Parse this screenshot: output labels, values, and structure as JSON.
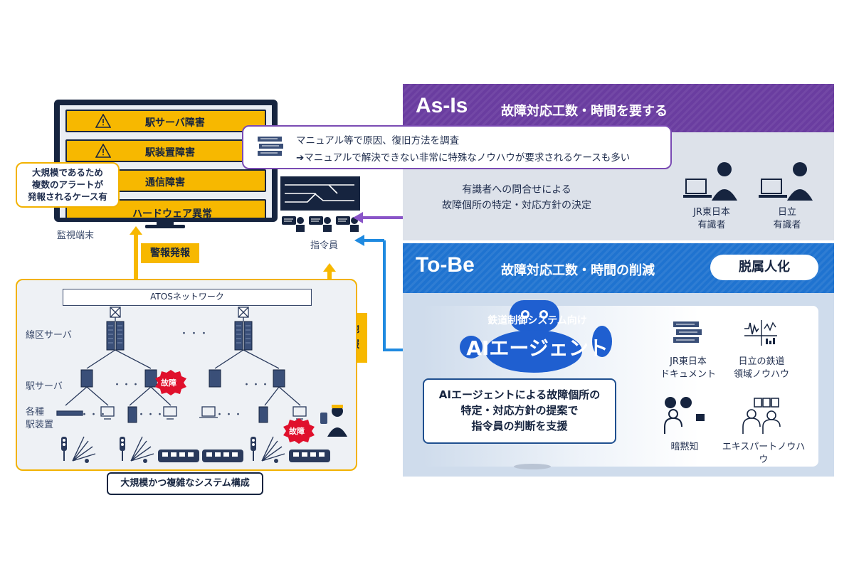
{
  "monitor": {
    "alerts": [
      "駅サーバ障害",
      "駅装置障害",
      "通信障害",
      "ハードウェア異常"
    ],
    "label": "監視端末"
  },
  "note_large_scale": [
    "大規模であるため",
    "複数のアラートが",
    "発報されるケース有"
  ],
  "alarm_tag": "警報発報",
  "dispatcher_label": "指令員",
  "field_info_tag": [
    "現地",
    "情報"
  ],
  "system": {
    "network_label": "ATOSネットワーク",
    "row_labels": [
      "線区サーバ",
      "駅サーバ",
      "各種",
      "駅装置"
    ],
    "ellipsis": "・・・",
    "fault_badge": "故障",
    "caption": "大規模かつ複雑なシステム構成"
  },
  "as_is": {
    "title": "As-Is",
    "subtitle": "故障対応工数・時間を要する",
    "manual_line1": "マニュアル等で原因、復旧方法を調査",
    "manual_line2": "➔マニュアルで解決できない非常に特殊なノウハウが要求されるケースも多い",
    "inquiry": [
      "有識者への問合せによる",
      "故障個所の特定・対応方針の決定"
    ],
    "experts": [
      {
        "lines": [
          "JR東日本",
          "有識者"
        ]
      },
      {
        "lines": [
          "日立",
          "有識者"
        ]
      }
    ]
  },
  "to_be": {
    "title": "To-Be",
    "subtitle": "故障対応工数・時間の削減",
    "pill": "脱属人化",
    "agent_sub": "鉄道制御システム向け",
    "agent_title": "AIエージェント",
    "support": [
      "AIエージェントによる故障個所の",
      "特定・対応方針の提案で",
      "指令員の判断を支援"
    ],
    "knowledge": [
      {
        "lines": [
          "JR東日本",
          "ドキュメント"
        ]
      },
      {
        "lines": [
          "日立の鉄道",
          "領域ノウハウ"
        ]
      },
      {
        "lines": [
          "暗黙知"
        ]
      },
      {
        "lines": [
          "エキスパートノウハウ"
        ]
      }
    ]
  },
  "colors": {
    "navy": "#16243f",
    "yellow": "#f7b800",
    "purple": "#6a3da0",
    "blue": "#1f73d0",
    "fault_red": "#e0102c"
  }
}
